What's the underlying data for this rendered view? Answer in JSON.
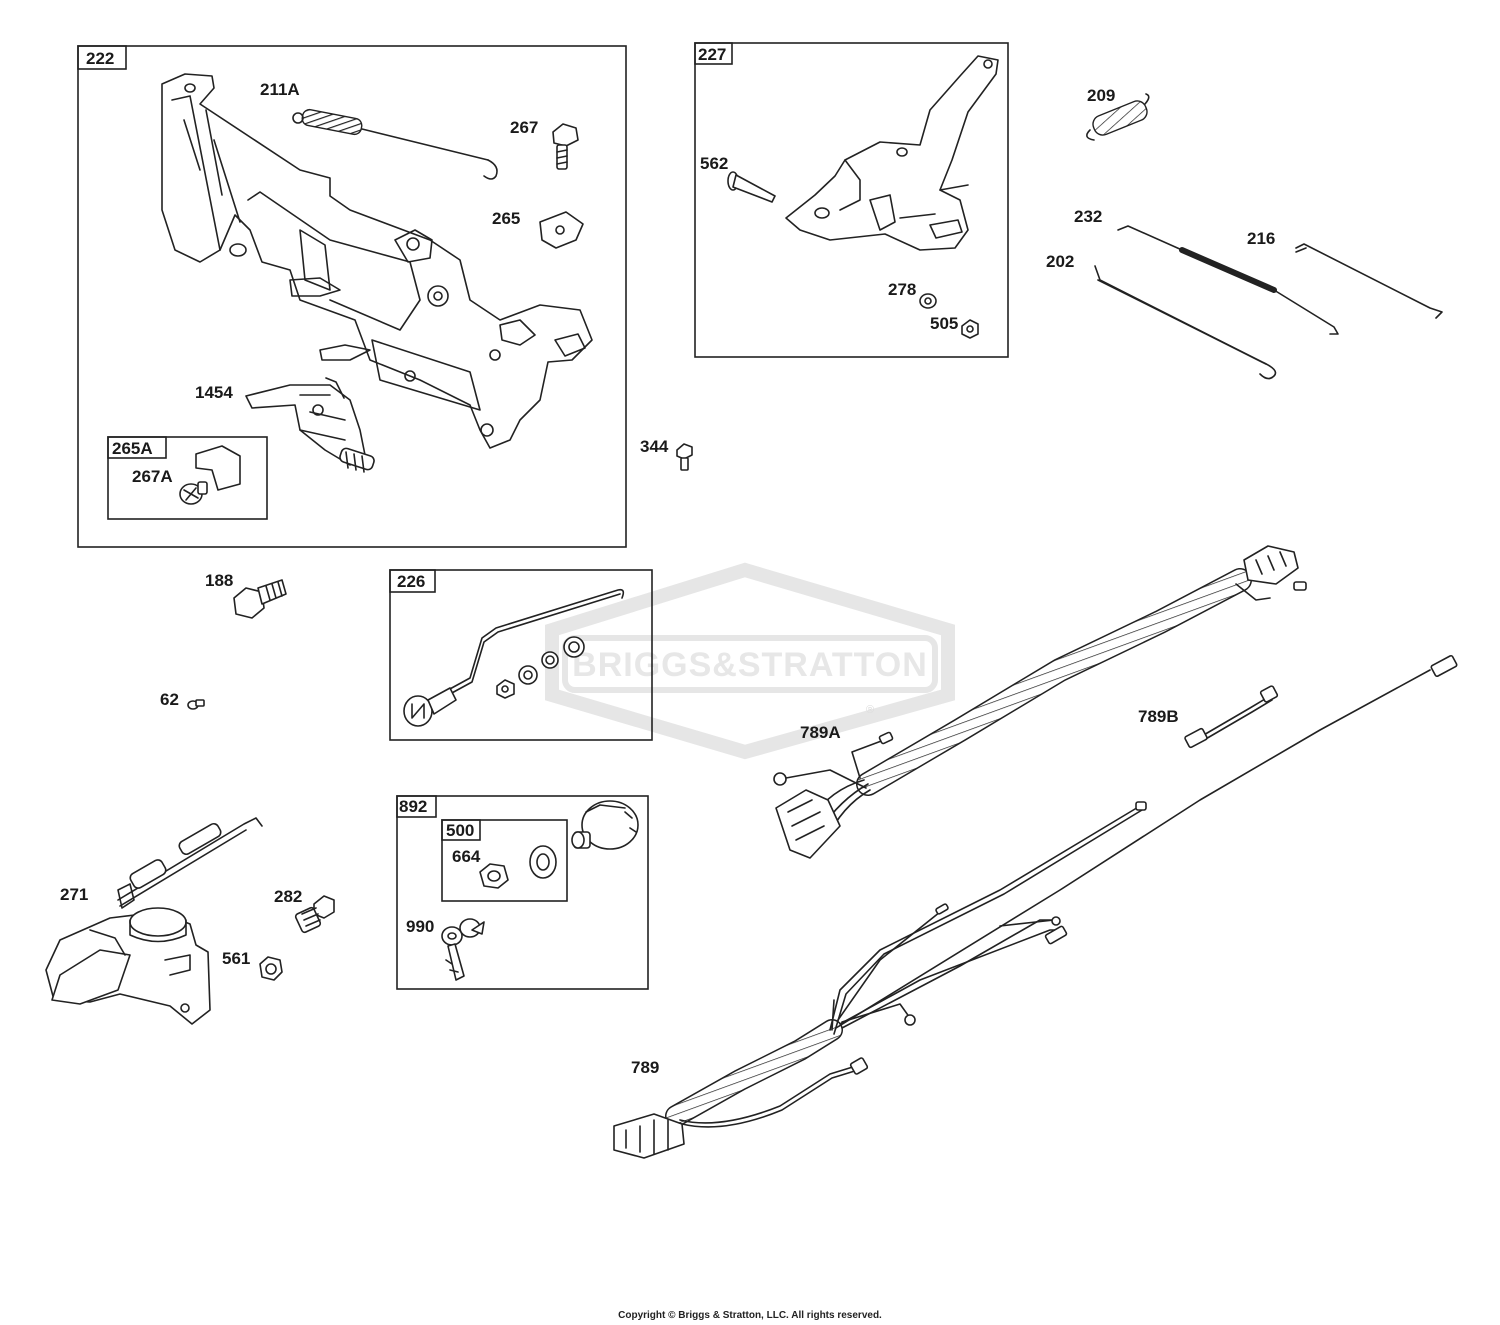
{
  "watermark": {
    "text": "BRIGGS&STRATTON",
    "mark": "®"
  },
  "boxes": {
    "b222": "222",
    "b227": "227",
    "b265a": "265A",
    "b226": "226",
    "b892": "892",
    "b500": "500"
  },
  "labels": {
    "l211a": "211A",
    "l267": "267",
    "l265": "265",
    "l1454": "1454",
    "l267a": "267A",
    "l562": "562",
    "l278": "278",
    "l505": "505",
    "l209": "209",
    "l232": "232",
    "l216": "216",
    "l202": "202",
    "l344": "344",
    "l188": "188",
    "l62": "62",
    "l789a": "789A",
    "l789b": "789B",
    "l271": "271",
    "l282": "282",
    "l561": "561",
    "l664": "664",
    "l990": "990",
    "l789": "789"
  },
  "footer": {
    "copyright": "Copyright © Briggs & Stratton, LLC. All rights reserved."
  }
}
